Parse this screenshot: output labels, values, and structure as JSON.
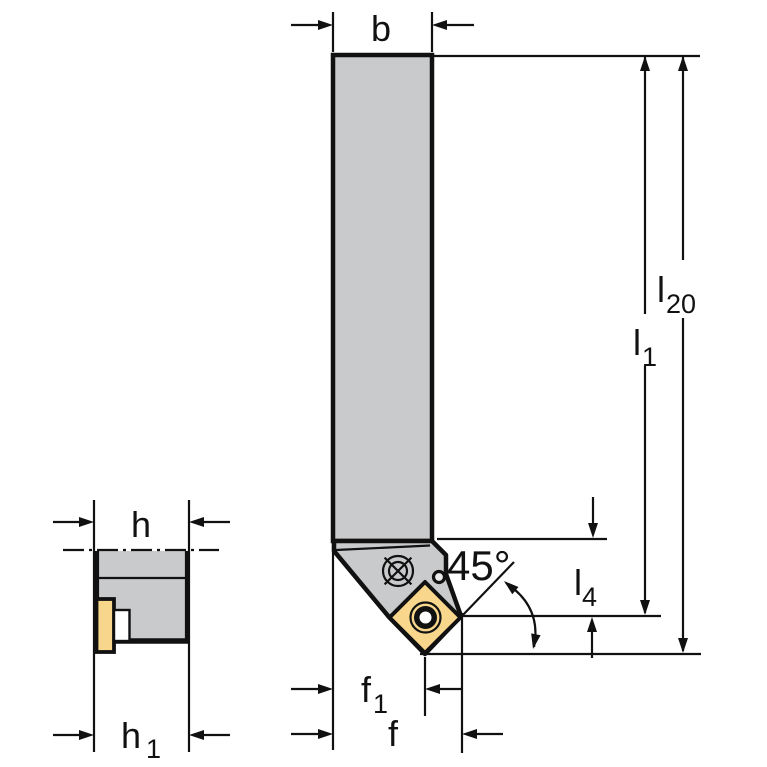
{
  "labels": {
    "b": "b",
    "h": "h",
    "f": "f",
    "angle": "45°",
    "l1": {
      "base": "l",
      "sub": "1"
    },
    "l20": {
      "base": "l",
      "sub": "20"
    },
    "l4": {
      "base": "l",
      "sub": "4"
    },
    "h1": {
      "base": "h",
      "sub": "1"
    },
    "f1": {
      "base": "f",
      "sub": "1"
    }
  },
  "colors": {
    "body_gray": "#c9cacb",
    "insert_yellow": "#f8d78d",
    "line_black": "#111111",
    "background": "#ffffff"
  }
}
